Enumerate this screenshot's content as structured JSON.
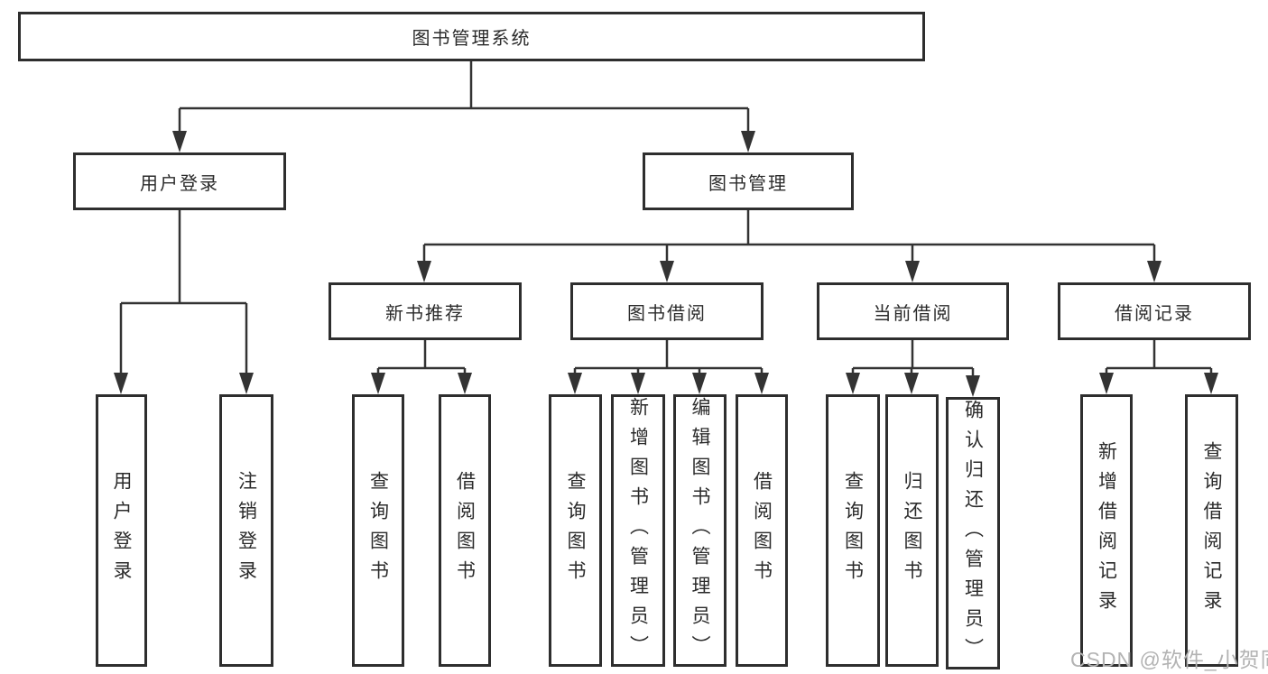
{
  "colors": {
    "line": "#333333",
    "box_border": "#2e2e2e",
    "text": "#2b2b2b",
    "watermark": "#b3b3b3",
    "background": "#ffffff"
  },
  "watermark": "CSDN @软件_小贺同学",
  "diagram": {
    "root": {
      "label": "图书管理系统"
    },
    "level2": [
      {
        "label": "用户登录"
      },
      {
        "label": "图书管理"
      }
    ],
    "level3": [
      {
        "label": "新书推荐"
      },
      {
        "label": "图书借阅"
      },
      {
        "label": "当前借阅"
      },
      {
        "label": "借阅记录"
      }
    ],
    "leaves": [
      {
        "label": "用户登录"
      },
      {
        "label": "注销登录"
      },
      {
        "label": "查询图书"
      },
      {
        "label": "借阅图书"
      },
      {
        "label": "查询图书"
      },
      {
        "label": "新增图书（管理员）"
      },
      {
        "label": "编辑图书（管理员）"
      },
      {
        "label": "借阅图书"
      },
      {
        "label": "查询图书"
      },
      {
        "label": "归还图书"
      },
      {
        "label": "确认归还（管理员）"
      },
      {
        "label": "新增借阅记录"
      },
      {
        "label": "查询借阅记录"
      }
    ]
  }
}
